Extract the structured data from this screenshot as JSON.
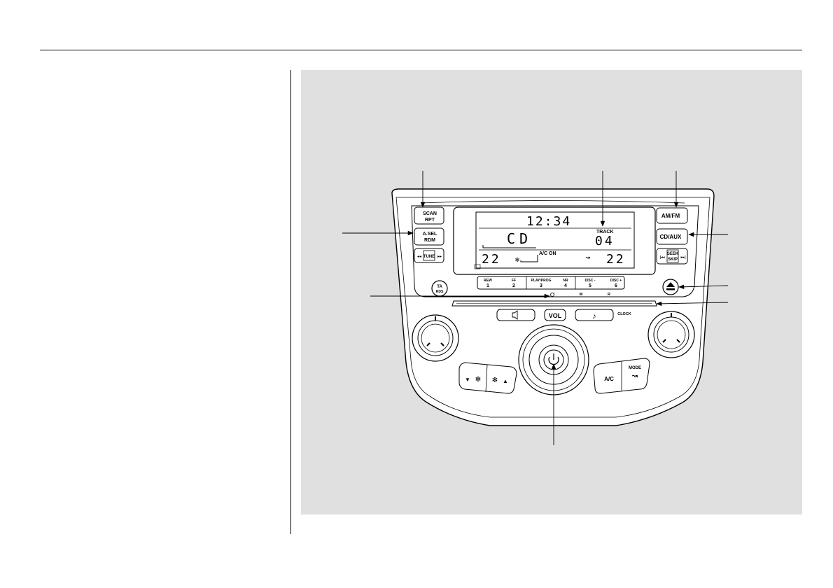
{
  "display": {
    "clock": "12:34",
    "mode": "CD",
    "track_label": "TRACK",
    "track_number": "04",
    "temp_left": "22",
    "temp_right": "22",
    "ac_status": "A/C ON"
  },
  "buttons": {
    "scan": "SCAN",
    "rpt": "RPT",
    "asel": "A.SEL",
    "rdm": "RDM",
    "tune": "TUNE",
    "tune_left": "◂◂",
    "tune_right": "▸▸",
    "amfm": "AM/FM",
    "cdaux": "CD/AUX",
    "seek": "SEEK",
    "skip": "SKIP",
    "seek_left": "|◂◂",
    "seek_right": "▸▸|",
    "ta": "TA",
    "rds": "RDS",
    "vol": "VOL",
    "clock": "CLOCK",
    "ac": "A/C",
    "mode": "MODE"
  },
  "presets": [
    {
      "top": "REW",
      "num": "1"
    },
    {
      "top": "FF",
      "num": "2"
    },
    {
      "top": "PLAY/PROG",
      "num": "3"
    },
    {
      "top": "NR",
      "num": "4"
    },
    {
      "top": "DISC -",
      "num": "5"
    },
    {
      "top": "DISC +",
      "num": "6"
    }
  ],
  "clock_set_letters": {
    "h": "H",
    "m": "M",
    "r": "R"
  }
}
